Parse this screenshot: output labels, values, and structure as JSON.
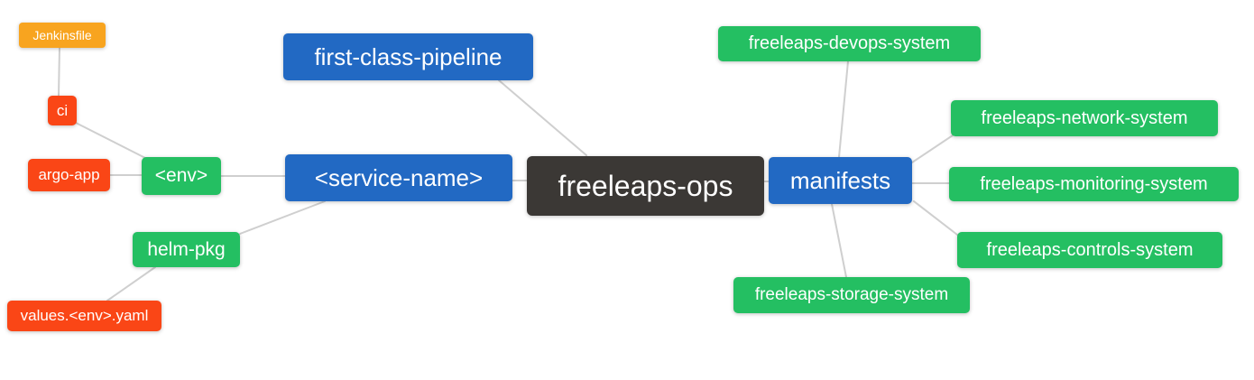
{
  "diagram": {
    "nodes": {
      "root": {
        "label": "freeleaps-ops"
      },
      "first_class_pipeline": {
        "label": "first-class-pipeline"
      },
      "service_name": {
        "label": "<service-name>"
      },
      "manifests": {
        "label": "manifests"
      },
      "env": {
        "label": "<env>"
      },
      "helm_pkg": {
        "label": "helm-pkg"
      },
      "ci": {
        "label": "ci"
      },
      "argo_app": {
        "label": "argo-app"
      },
      "values_env_yaml": {
        "label": "values.<env>.yaml"
      },
      "jenkinsfile": {
        "label": "Jenkinsfile"
      },
      "devops_system": {
        "label": "freeleaps-devops-system"
      },
      "network_system": {
        "label": "freeleaps-network-system"
      },
      "monitoring_system": {
        "label": "freeleaps-monitoring-system"
      },
      "controls_system": {
        "label": "freeleaps-controls-system"
      },
      "storage_system": {
        "label": "freeleaps-storage-system"
      }
    },
    "edges": [
      [
        "ci",
        "jenkinsfile"
      ],
      [
        "env",
        "ci"
      ],
      [
        "env",
        "argo_app"
      ],
      [
        "service_name",
        "env"
      ],
      [
        "service_name",
        "helm_pkg"
      ],
      [
        "helm_pkg",
        "values_env_yaml"
      ],
      [
        "root",
        "first_class_pipeline"
      ],
      [
        "root",
        "service_name"
      ],
      [
        "root",
        "manifests"
      ],
      [
        "manifests",
        "devops_system"
      ],
      [
        "manifests",
        "network_system"
      ],
      [
        "manifests",
        "monitoring_system"
      ],
      [
        "manifests",
        "controls_system"
      ],
      [
        "manifests",
        "storage_system"
      ]
    ],
    "colors": {
      "background": "#ffffff",
      "text": "#ffffff",
      "edge": "#cfcfcf",
      "root_bg": "#3b3835",
      "level1_bg": "#2269c3",
      "level2_bg": "#24bf62",
      "level3_bg": "#fa4616",
      "level4_bg": "#f8a41f"
    }
  }
}
